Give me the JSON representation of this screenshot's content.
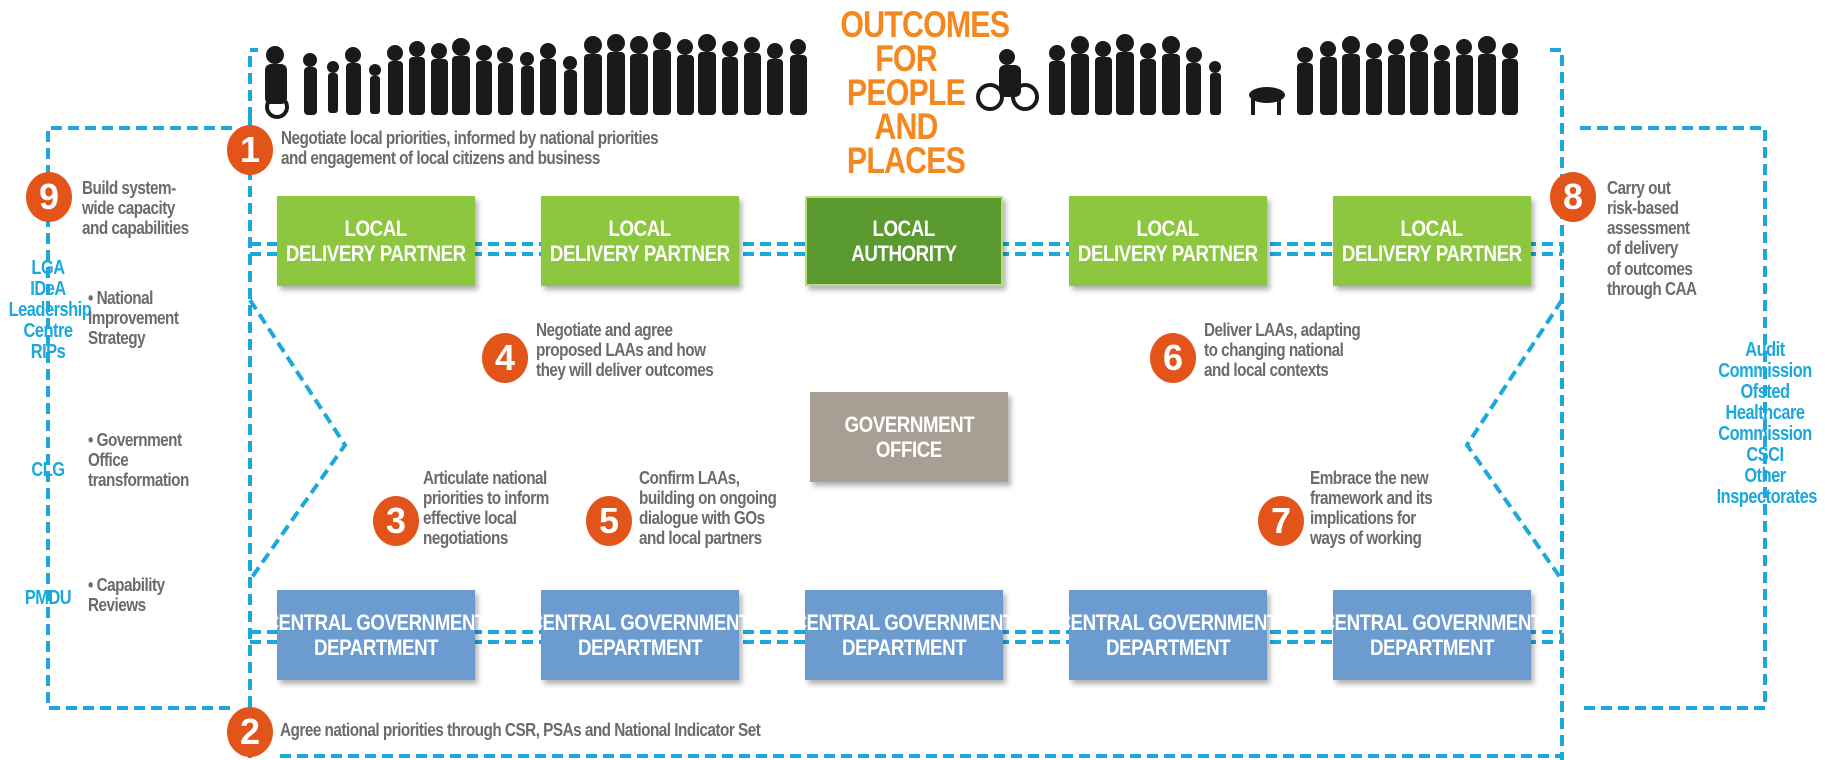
{
  "title": {
    "lines": [
      "OUTCOMES",
      "FOR PEOPLE",
      "AND PLACES"
    ]
  },
  "steps": {
    "s1": {
      "number": "1",
      "lines": [
        "Negotiate local priorities, informed by national priorities",
        "and engagement of local citizens and business"
      ]
    },
    "s2": {
      "number": "2",
      "lines": [
        "Agree national priorities through CSR, PSAs and National Indicator Set"
      ]
    },
    "s3": {
      "number": "3",
      "lines": [
        "Articulate national",
        "priorities to inform",
        "effective local",
        "negotiations"
      ]
    },
    "s4": {
      "number": "4",
      "lines": [
        "Negotiate and agree",
        "proposed LAAs and how",
        "they will deliver outcomes"
      ]
    },
    "s5": {
      "number": "5",
      "lines": [
        "Confirm LAAs,",
        "building on ongoing",
        "dialogue with GOs",
        "and local partners"
      ]
    },
    "s6": {
      "number": "6",
      "lines": [
        "Deliver LAAs, adapting",
        "to changing national",
        "and local contexts"
      ]
    },
    "s7": {
      "number": "7",
      "lines": [
        "Embrace the new",
        "framework and its",
        "implications for",
        "ways of working"
      ]
    },
    "s8": {
      "number": "8",
      "lines": [
        "Carry out",
        "risk-based",
        "assessment",
        "of delivery",
        "of outcomes",
        "through CAA"
      ]
    },
    "s9": {
      "number": "9",
      "lines": [
        "Build system-",
        "wide capacity",
        "and capabilities"
      ]
    }
  },
  "bullets": [
    {
      "lines": [
        "• National",
        "Improvement",
        "Strategy"
      ]
    },
    {
      "lines": [
        "• Government",
        "Office",
        "transformation"
      ]
    },
    {
      "lines": [
        "• Capability",
        "Reviews"
      ]
    }
  ],
  "left_labels": {
    "group1": [
      "LGA",
      "IDeA",
      "Leadership",
      "Centre",
      "RIPs"
    ],
    "clg": "CLG",
    "pmdu": "PMDU"
  },
  "right_labels": [
    "Audit",
    "Commission",
    "Ofsted",
    "Healthcare",
    "Commission",
    "CSCI",
    "Other",
    "Inspectorates"
  ],
  "top_row": [
    {
      "lines": [
        "LOCAL",
        "DELIVERY PARTNER"
      ],
      "kind": "partner"
    },
    {
      "lines": [
        "LOCAL",
        "DELIVERY PARTNER"
      ],
      "kind": "partner"
    },
    {
      "lines": [
        "LOCAL",
        "AUTHORITY"
      ],
      "kind": "authority"
    },
    {
      "lines": [
        "LOCAL",
        "DELIVERY PARTNER"
      ],
      "kind": "partner"
    },
    {
      "lines": [
        "LOCAL",
        "DELIVERY PARTNER"
      ],
      "kind": "partner"
    }
  ],
  "bottom_row": [
    {
      "lines": [
        "CENTRAL GOVERNMENT",
        "DEPARTMENT"
      ]
    },
    {
      "lines": [
        "CENTRAL GOVERNMENT",
        "DEPARTMENT"
      ]
    },
    {
      "lines": [
        "CENTRAL GOVERNMENT",
        "DEPARTMENT"
      ]
    },
    {
      "lines": [
        "CENTRAL GOVERNMENT",
        "DEPARTMENT"
      ]
    },
    {
      "lines": [
        "CENTRAL GOVERNMENT",
        "DEPARTMENT"
      ]
    }
  ],
  "government_office": {
    "lines": [
      "GOVERNMENT",
      "OFFICE"
    ]
  },
  "colors": {
    "orange_title": "#f5871f",
    "badge": "#e2541a",
    "local_partner": "#8dc63f",
    "local_authority": "#5a9a2e",
    "central_gov": "#6b9bcf",
    "gov_office": "#a89e93",
    "dashed_line": "#1aa8dd",
    "body_text": "#6b6b6b"
  }
}
